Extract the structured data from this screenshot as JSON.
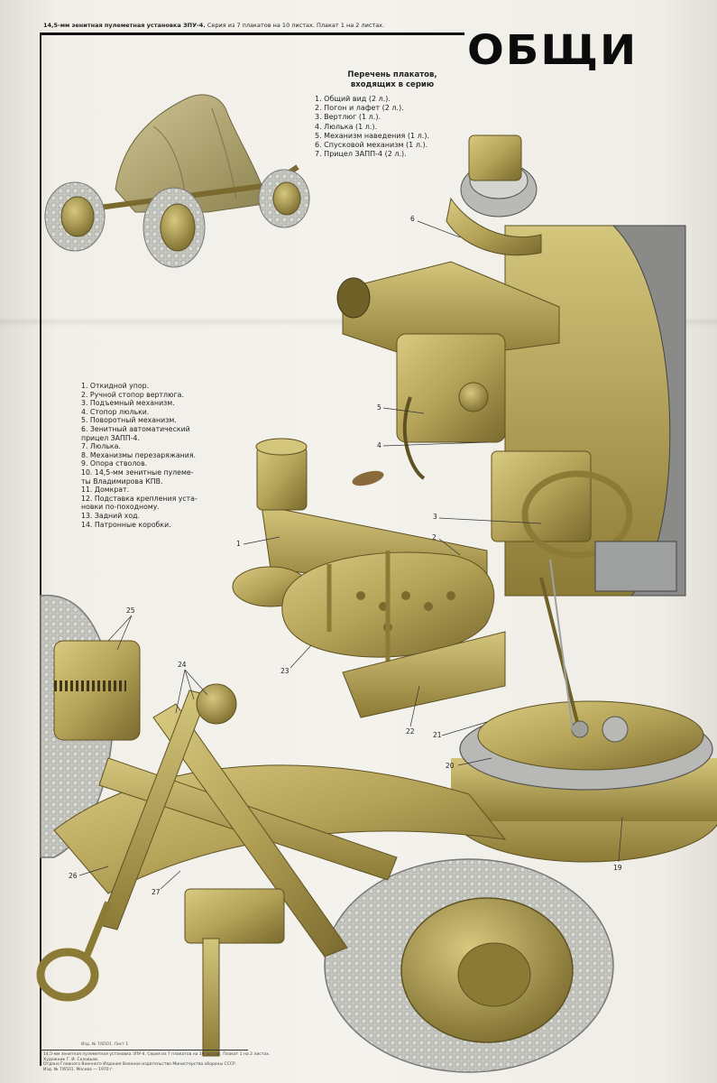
{
  "header": {
    "caption_bold": "14,5-мм зенитная пулеметная установка ЗПУ-4.",
    "caption_rest": "Серия из 7 плакатов на 10 листах. Плакат 1 на 2 листах."
  },
  "title": "ОБЩИ",
  "series": {
    "heading_line1": "Перечень плакатов,",
    "heading_line2": "входящих в серию",
    "items": [
      "1. Общий вид (2 л.).",
      "2. Погон и лафет (2 л.).",
      "3. Вертлюг (1 л.).",
      "4. Люлька (1 л.).",
      "5. Механизм наведения (1 л.).",
      "6. Спусковой механизм (1 л.).",
      "7. Прицел ЗАПП-4 (2 л.)."
    ]
  },
  "parts": [
    "1. Откидной упор.",
    "2. Ручной стопор вертлюга.",
    "3. Подъемный механизм.",
    "4. Стопор люльки.",
    "5. Поворотный механизм.",
    "6. Зенитный автоматический\n    прицел ЗАПП-4.",
    "7. Люлька.",
    "8. Механизмы перезаряжания.",
    "9. Опора стволов.",
    "10. 14,5-мм зенитные пулеме-\n    ты Владимирова КПВ.",
    "11. Домкрат.",
    "12. Подставка крепления уста-\n    новки по-походному.",
    "13. Задний ход.",
    "14. Патронные коробки."
  ],
  "callouts": {
    "c1": "1",
    "c2": "2",
    "c3": "3",
    "c4": "4",
    "c5": "5",
    "c6": "6",
    "c19": "19",
    "c20": "20",
    "c21": "21",
    "c22": "22",
    "c23": "23",
    "c24": "24",
    "c25": "25",
    "c26": "26",
    "c27": "27"
  },
  "footer": {
    "line1": "14,5-мм зенитная пулеметная установка ЗПУ-4. Серия из 7 плакатов на 10 листах. Плакат 1 на 2 листах.",
    "line2": "Художник Г. И. Соловьев.",
    "line3": "Отдано Главного Военного Издания Военное издательство Министерства обороны СССР.",
    "line4": "Изд. № 7/6501. Москва — 1970 г.",
    "mark": "Изд. № 7/6501. Лист 1"
  },
  "colors": {
    "olive_light": "#c7b66a",
    "olive": "#a69447",
    "olive_dark": "#6f6128",
    "tire": "#c9c9c4",
    "metal": "#9ea0a0"
  }
}
